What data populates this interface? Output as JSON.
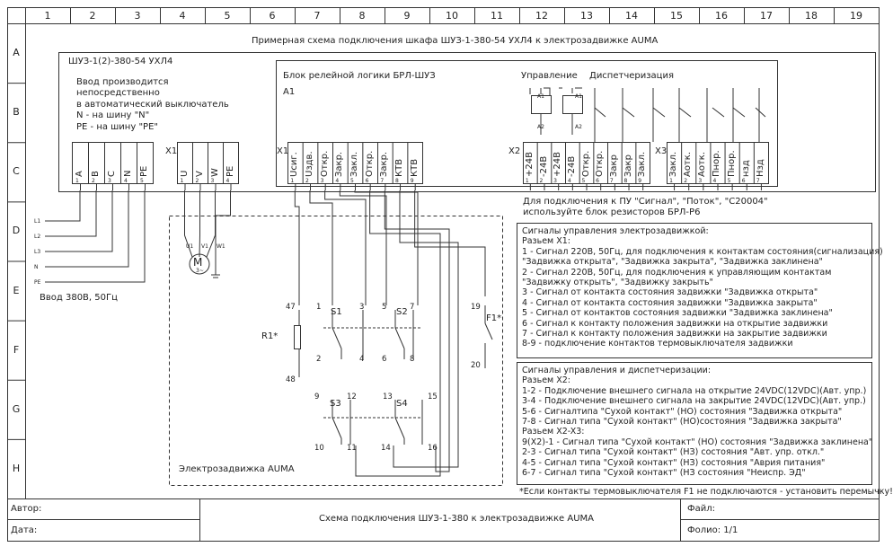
{
  "frame": {
    "columns": [
      "1",
      "2",
      "3",
      "4",
      "5",
      "6",
      "7",
      "8",
      "9",
      "10",
      "11",
      "12",
      "13",
      "14",
      "15",
      "16",
      "17",
      "18",
      "19"
    ],
    "rows": [
      "A",
      "B",
      "C",
      "D",
      "E",
      "F",
      "G",
      "H"
    ]
  },
  "title": "Примерная схема подключения шкафа ШУЗ-1-380-54 УХЛ4 к электрозадвижке AUMA",
  "cabinet": {
    "label": "ШУЗ-1(2)-380-54 УХЛ4",
    "note": [
      "Ввод производится",
      "непосредственно",
      "в автоматический выключатель",
      "N - на шину \"N\"",
      "PE - на шину \"PE\""
    ],
    "input_terminals": [
      "A",
      "B",
      "C",
      "N",
      "PE"
    ],
    "input_pins": [
      "1",
      "2",
      "3",
      "4",
      "5"
    ],
    "x1_label": "X1",
    "x1_motor_terminals": [
      "U",
      "V",
      "W",
      "PE"
    ],
    "x1_motor_pins": [
      "1",
      "2",
      "3",
      "4"
    ]
  },
  "relay_block": {
    "title": "Блок релейной логики БРЛ-ШУЗ",
    "designator": "A1",
    "x1_label": "X1",
    "x1_terminals": [
      "Uсиг.",
      "Uздв.",
      "Откр.",
      "Закр.",
      "Закл.",
      "Откр.",
      "Закр.",
      "КТВ",
      "КТВ"
    ],
    "x1_pins": [
      "1",
      "2",
      "3",
      "4",
      "5",
      "6",
      "7",
      "8",
      "9"
    ],
    "control_label": "Управление",
    "dispatch_label": "Диспетчеризация",
    "x2_label": "X2",
    "x2_terminals": [
      "+24В",
      "-24В",
      "+24В",
      "-24В",
      "Откр.",
      "Откр.",
      "Закр",
      "Закр",
      "Закл."
    ],
    "x2_pins": [
      "1",
      "2",
      "3",
      "4",
      "5",
      "6",
      "7",
      "8",
      "9"
    ],
    "x3_label": "X3",
    "x3_terminals": [
      "Закл.",
      "Аотк.",
      "Аотк.",
      "Пнор.",
      "Пнор.",
      "нзд",
      "Нзд"
    ],
    "x3_pins": [
      "1",
      "2",
      "3",
      "4",
      "5",
      "6",
      "7"
    ],
    "relay_pins": [
      "A1",
      "A2",
      "A1",
      "A2"
    ]
  },
  "mains": {
    "lines": [
      "L1",
      "L2",
      "L3",
      "N",
      "PE"
    ],
    "label": "Ввод 380В, 50Гц"
  },
  "motor": {
    "symbol": "M",
    "subscript": "3~",
    "windings": [
      "U1",
      "V1",
      "W1"
    ]
  },
  "auma": {
    "label": "Электрозадвижка AUMA",
    "resistor": "R1*",
    "fuse": "F1*",
    "switches": [
      "S1",
      "S2",
      "S3",
      "S4"
    ],
    "contacts": [
      "47",
      "48",
      "1",
      "2",
      "3",
      "4",
      "5",
      "6",
      "7",
      "8",
      "9",
      "10",
      "11",
      "12",
      "13",
      "14",
      "15",
      "16",
      "19",
      "20"
    ]
  },
  "note_rpl": [
    "Для подключения к ПУ \"Сигнал\", \"Поток\", \"С20004\"",
    "используйте блок резисторов БРЛ-Р6"
  ],
  "signals_x1": [
    "Сигналы управления электрозадвижкой:",
    "Разьем X1:",
    "1 - Сигнал 220В, 50Гц, для подключения к контактам состояния(сигнализация)",
    " \"Задвижка открыта\", \"Задвижка закрыта\", \"Задвижка заклинена\"",
    "2 - Сигнал 220В, 50Гц, для подключения к управляющим контактам",
    "\"Задвижку открыть\", \"Задвижку закрыть\"",
    "3 - Сигнал от контакта состояния задвижки \"Задвижка открыта\"",
    "4 - Сигнал от контакта состояния задвижки \"Задвижка закрыта\"",
    "5 - Сигнал от контактов состояния задвижки \"Задвижка заклинена\"",
    "6 - Сигнал к контакту положения задвижки на открытие задвижки",
    "7 - Сигнал к контакту положения задвижки на закрытие задвижки",
    "8-9 - подключение контактов термовыключателя задвижки"
  ],
  "signals_x2": [
    "Сигналы управления и диспетчеризации:",
    "Разьем X2:",
    "1-2 - Подключение внешнего сигнала на открытие 24VDC(12VDC)(Авт. упр.)",
    "3-4 - Подключение внешнего сигнала на закрытие 24VDC(12VDC)(Авт. упр.)",
    "5-6 - Сигналтипа \"Сухой контакт\" (НО) состояния \"Задвижка открыта\"",
    "7-8 - Сигнал типа \"Сухой контакт\" (НО)состояния \"Задвижка закрыта\"",
    "Разьем X2-X3:",
    "9(X2)-1 - Сигнал типа \"Сухой контакт\" (НО) состояния \"Задвижка заклинена\"",
    "2-3 - Сигнал типа \"Сухой контакт\" (НЗ) состояния \"Авт. упр. откл.\"",
    "4-5 - Сигнал типа \"Сухой контакт\" (НЗ) состояния \"Аврия питания\"",
    "6-7 - Сигнал типа \"Сухой контакт\" (НЗ состояния \"Неиспр. ЭД\""
  ],
  "footnote": "*Если контакты термовыключателя F1 не подключаются - установить перемычку!",
  "footer": {
    "author_label": "Автор:",
    "date_label": "Дата:",
    "title": "Схема подключения ШУЗ-1-380 к электрозадвижке AUMA",
    "file_label": "Файл:",
    "page_label": "Фолио: 1/1"
  },
  "colors": {
    "line": "#333333",
    "background": "#ffffff"
  }
}
